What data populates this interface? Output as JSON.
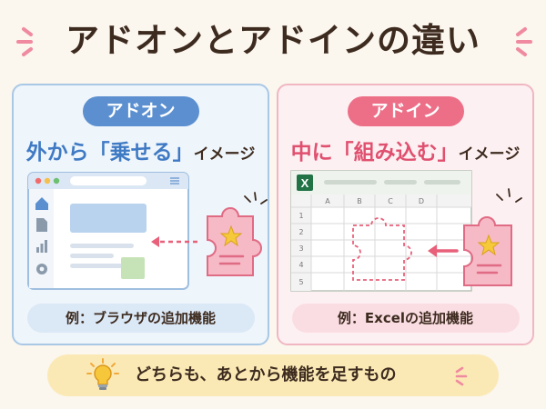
{
  "title": "アドオンとアドインの違い",
  "addon": {
    "label": "アドオン",
    "subtitle_main": "外から「乗せる」",
    "subtitle_suffix": "イメージ",
    "example": "例：ブラウザの追加機能"
  },
  "addin": {
    "label": "アドイン",
    "subtitle_main": "中に「組み込む」",
    "subtitle_suffix": "イメージ",
    "example": "例：Excelの追加機能",
    "excel_logo": "X",
    "columns": [
      "A",
      "B",
      "C",
      "D"
    ],
    "rows": [
      "1",
      "2",
      "3",
      "4",
      "5"
    ]
  },
  "summary": "どちらも、あとから機能を足すもの",
  "colors": {
    "blue": "#5b8fd0",
    "pink": "#ec6f87",
    "star": "#f5c93a",
    "excel_green": "#217346",
    "bulb": "#f6c63b"
  },
  "icons": [
    "sparkle-icon",
    "home-icon",
    "document-icon",
    "chart-icon",
    "gear-icon",
    "puzzle-piece-icon",
    "star-icon",
    "arrow-left-icon",
    "lightbulb-icon"
  ]
}
